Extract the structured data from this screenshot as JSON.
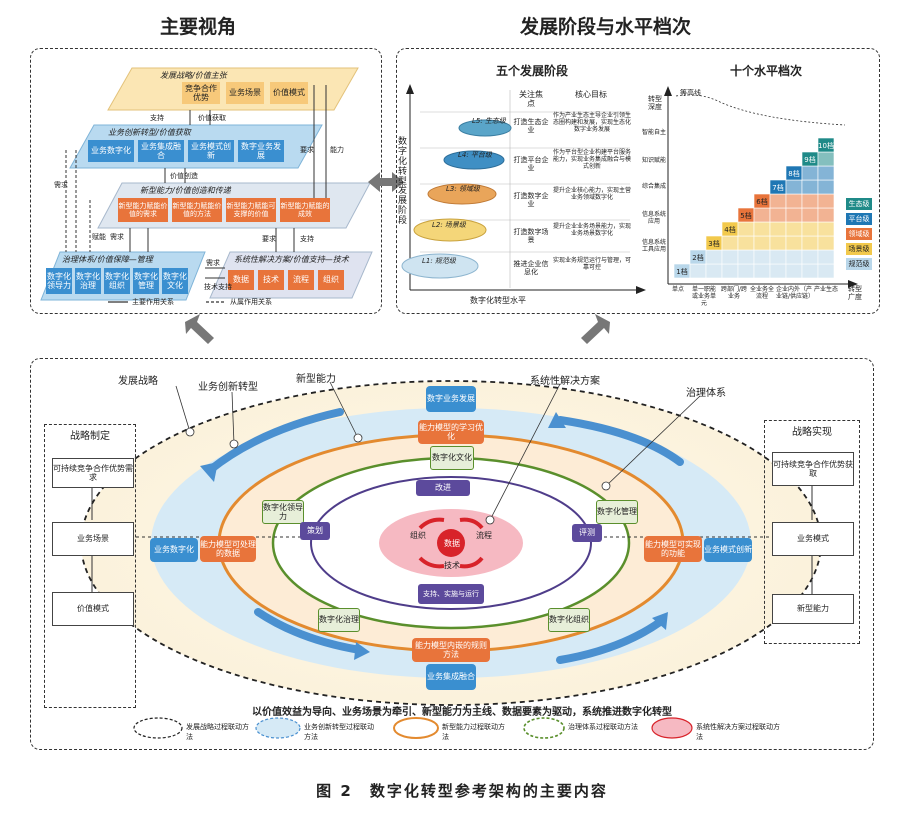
{
  "top_left": {
    "title": "主要视角",
    "layers": [
      {
        "name": "发展战略/价值主张",
        "cells": [
          "竞争合作优势",
          "业务场景",
          "价值模式"
        ]
      },
      {
        "name": "业务创新转型/价值获取",
        "cells": [
          "业务数字化",
          "业务集成融合",
          "业务模式创新",
          "数字业务发展"
        ]
      },
      {
        "name": "新型能力/价值创造和传递",
        "cells": [
          "新型能力赋能价值的需求",
          "新型能力赋能价值的方法",
          "新型能力赋能可支撑的价值",
          "新型能力赋能的成效"
        ]
      },
      {
        "name": "治理体系/价值保障—管理",
        "cells": [
          "数字化领导力",
          "数字化治理",
          "数字化组织",
          "数字化管理",
          "数字化文化"
        ]
      },
      {
        "name": "系统性解决方案/价值支持—技术",
        "cells": [
          "数据",
          "技术",
          "流程",
          "组织"
        ]
      }
    ],
    "arrows": [
      "价值获取",
      "要求",
      "价值创造",
      "能力",
      "支持",
      "需求",
      "赋能",
      "需求",
      "技术支持",
      "要求",
      "支持",
      "需求"
    ],
    "legend": [
      "主要作用关系",
      "从属作用关系"
    ]
  },
  "top_right": {
    "title": "发展阶段与水平档次",
    "stages_title": "五个发展阶段",
    "levels_title": "十个水平档次",
    "y_axis": "数字化转型发展阶段",
    "x_axis": "数字化转型水平",
    "col_focus": "关注焦点",
    "col_target": "核心目标",
    "stages": [
      {
        "label": "L5: 生态级",
        "focus": "打造生态企业",
        "target": "作为产业生态主导企业引领生态圈构建和发展，实现生态化数字业务发展"
      },
      {
        "label": "L4: 平台级",
        "focus": "打造平台企业",
        "target": "作为平台型企业构建平台服务能力，实现业务集成融合与模式创新"
      },
      {
        "label": "L3: 领域级",
        "focus": "打造数字企业",
        "target": "提升企业核心能力，实现主营业务领域数字化"
      },
      {
        "label": "L2: 场景级",
        "focus": "打造数字场景",
        "target": "提升企业业务场景能力，实现业务场景数字化"
      },
      {
        "label": "L1: 规范级",
        "focus": "推进企业信息化",
        "target": "实现业务规范运行与管理，可靠可控"
      }
    ],
    "level_axis_y": "转型深度",
    "level_axis_x": "转型广度",
    "curve_label": "等高线",
    "y_ticks": [
      "智能自主",
      "知识赋能",
      "综合集成",
      "信息系统应用",
      "信息系统工具应用"
    ],
    "x_ticks": [
      "单点",
      "单一职能或业务单元",
      "跨部门/跨业务",
      "全业务全流程",
      "企业内外（产业链/供应链）",
      "产业生态"
    ],
    "grades": [
      "1档",
      "2档",
      "3档",
      "4档",
      "5档",
      "6档",
      "7档",
      "8档",
      "9档",
      "10档"
    ],
    "legend": [
      "生态级",
      "平台级",
      "领域级",
      "场景级",
      "规范级"
    ],
    "legend_colors": [
      "#1f8a88",
      "#1f77b4",
      "#e8743b",
      "#f2c94c",
      "#b9d7ea"
    ]
  },
  "bottom": {
    "strategy_title": "战略制定",
    "strategy_items": [
      "可持续竞争合作优势需求",
      "业务场景",
      "价值模式"
    ],
    "realize_title": "战略实现",
    "realize_items": [
      "可持续竞争合作优势获取",
      "业务模式",
      "新型能力"
    ],
    "ring_labels": [
      "发展战略",
      "业务创新转型",
      "新型能力",
      "系统性解决方案",
      "治理体系"
    ],
    "outer_nodes": [
      "数字业务发展",
      "业务数字化",
      "业务集成融合",
      "业务模式创新"
    ],
    "orange_nodes": [
      "能力模型的学习优化",
      "能力模型可处理的数据",
      "能力模型内嵌的规则方法",
      "能力模型可实现的功能"
    ],
    "green_nodes": [
      "数字化文化",
      "数字化领导力",
      "数字化管理",
      "数字化治理",
      "数字化组织"
    ],
    "purple_nodes": [
      "改进",
      "策划",
      "评测",
      "支持、实施与运行"
    ],
    "core_labels": [
      "数据",
      "组织",
      "流程",
      "技术"
    ],
    "slogan": "以价值效益为导向、业务场景为牵引、新型能力为主线、数据要素为驱动，系统推进数字化转型",
    "legend": [
      "发展战略过程联动方法",
      "业务创新转型过程联动方法",
      "新型能力过程联动方法",
      "治理体系过程联动方法",
      "系统性解决方案过程联动方法"
    ]
  },
  "caption": "图 2　数字化转型参考架构的主要内容"
}
